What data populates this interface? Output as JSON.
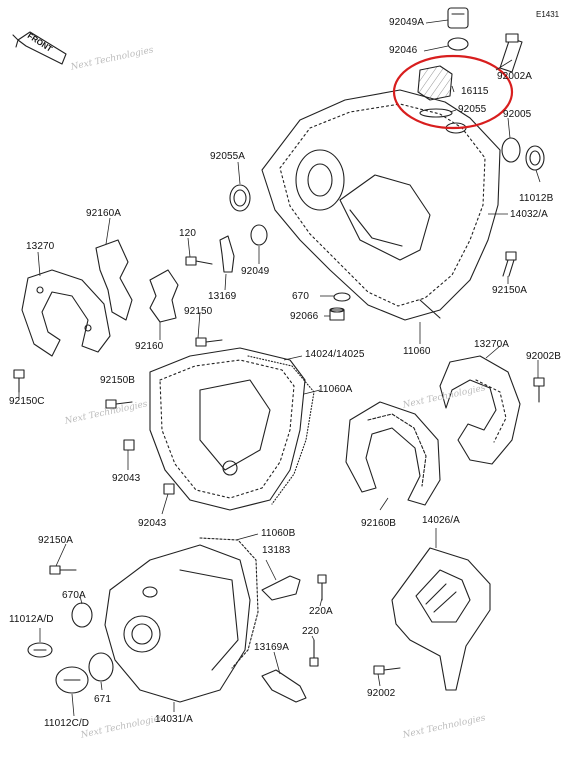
{
  "figure_id": "E1431",
  "front_label": "FRONT",
  "watermark": "Next Technologies",
  "colors": {
    "highlight": "#d81e1e",
    "line": "#222222",
    "watermark": "#bdbdbd"
  },
  "labels": {
    "p92049A": "92049A",
    "p92046": "92046",
    "p92002A_top": "92002A",
    "p16115": "16115",
    "p92055": "92055",
    "p92005": "92005",
    "p92055A": "92055A",
    "p11012B": "11012B",
    "p14032A": "14032/A",
    "p92160A": "92160A",
    "p120": "120",
    "p13270": "13270",
    "p92049": "92049",
    "p13169": "13169",
    "p92150A_r": "92150A",
    "p670": "670",
    "p92066": "92066",
    "p92150": "92150",
    "p92160": "92160",
    "p11060": "11060",
    "p14024": "14024/14025",
    "p13270A": "13270A",
    "p92002B": "92002B",
    "p92150C": "92150C",
    "p92150B": "92150B",
    "p11060A": "11060A",
    "p92043a": "92043",
    "p92043b": "92043",
    "p92160B": "92160B",
    "p92150A_l": "92150A",
    "p11060B": "11060B",
    "p14026A": "14026/A",
    "p13183": "13183",
    "p670A": "670A",
    "p11012AD": "11012A/D",
    "p220A": "220A",
    "p220": "220",
    "p13169A": "13169A",
    "p671": "671",
    "p92002": "92002",
    "p11012CD": "11012C/D",
    "p14031A": "14031/A"
  }
}
